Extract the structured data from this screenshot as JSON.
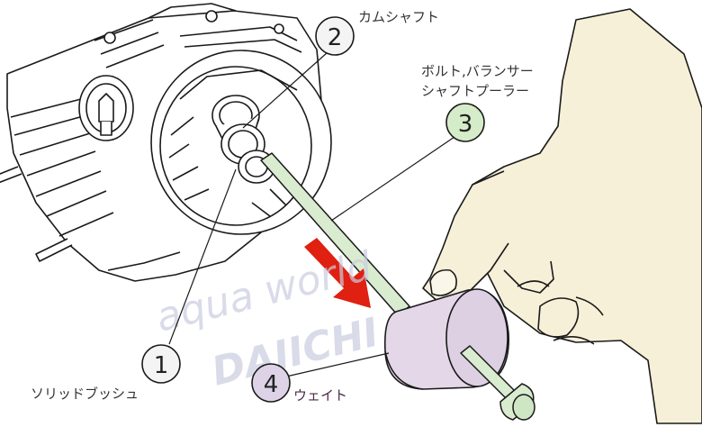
{
  "callouts": [
    {
      "number": "1",
      "label": "ソリッドブッシュ"
    },
    {
      "number": "2",
      "label": "カムシャフト"
    },
    {
      "number": "3",
      "label_line1": "ボルト,バランサー",
      "label_line2": "シャフトプーラー"
    },
    {
      "number": "4",
      "label": "ウェイト"
    }
  ],
  "watermark": {
    "line1": "aqua world",
    "line2": "DAIICHI"
  },
  "colors": {
    "callout_white": "#f4f4f4",
    "callout_green": "#d5ecc9",
    "callout_lilac": "#ddd2e6",
    "puller_rod": "#d9ecd0",
    "weight": "#e4d7e8",
    "skin": "#f7f0d8",
    "arrow": "#e02010",
    "watermark": "#c9cde0"
  }
}
